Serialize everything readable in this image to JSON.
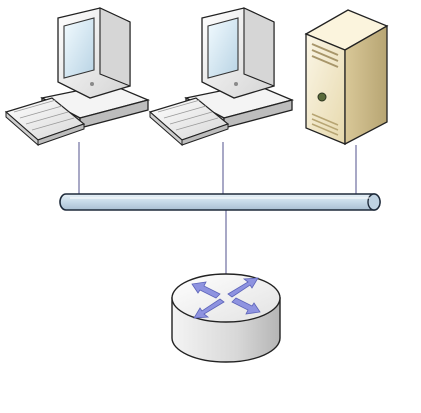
{
  "diagram": {
    "nodes": [
      {
        "id": "workstation-1",
        "kind": "desktop-computer-icon"
      },
      {
        "id": "workstation-2",
        "kind": "desktop-computer-icon"
      },
      {
        "id": "server-1",
        "kind": "tower-server-icon"
      },
      {
        "id": "router-1",
        "kind": "router-icon"
      }
    ],
    "bus": {
      "kind": "network-bus-cable"
    },
    "links": [
      {
        "from": "workstation-1",
        "to": "bus"
      },
      {
        "from": "workstation-2",
        "to": "bus"
      },
      {
        "from": "server-1",
        "to": "bus"
      },
      {
        "from": "bus",
        "to": "router-1"
      }
    ],
    "colors": {
      "link_line": "#6f6f9f",
      "bus_fill": "#c9dbe9",
      "bus_outline": "#1e2a3a",
      "monitor_body": "#e9e9e9",
      "monitor_screen": "#cfe6f3",
      "server_body": "#f1e7c8",
      "router_arrows": "#8e93e0"
    }
  }
}
